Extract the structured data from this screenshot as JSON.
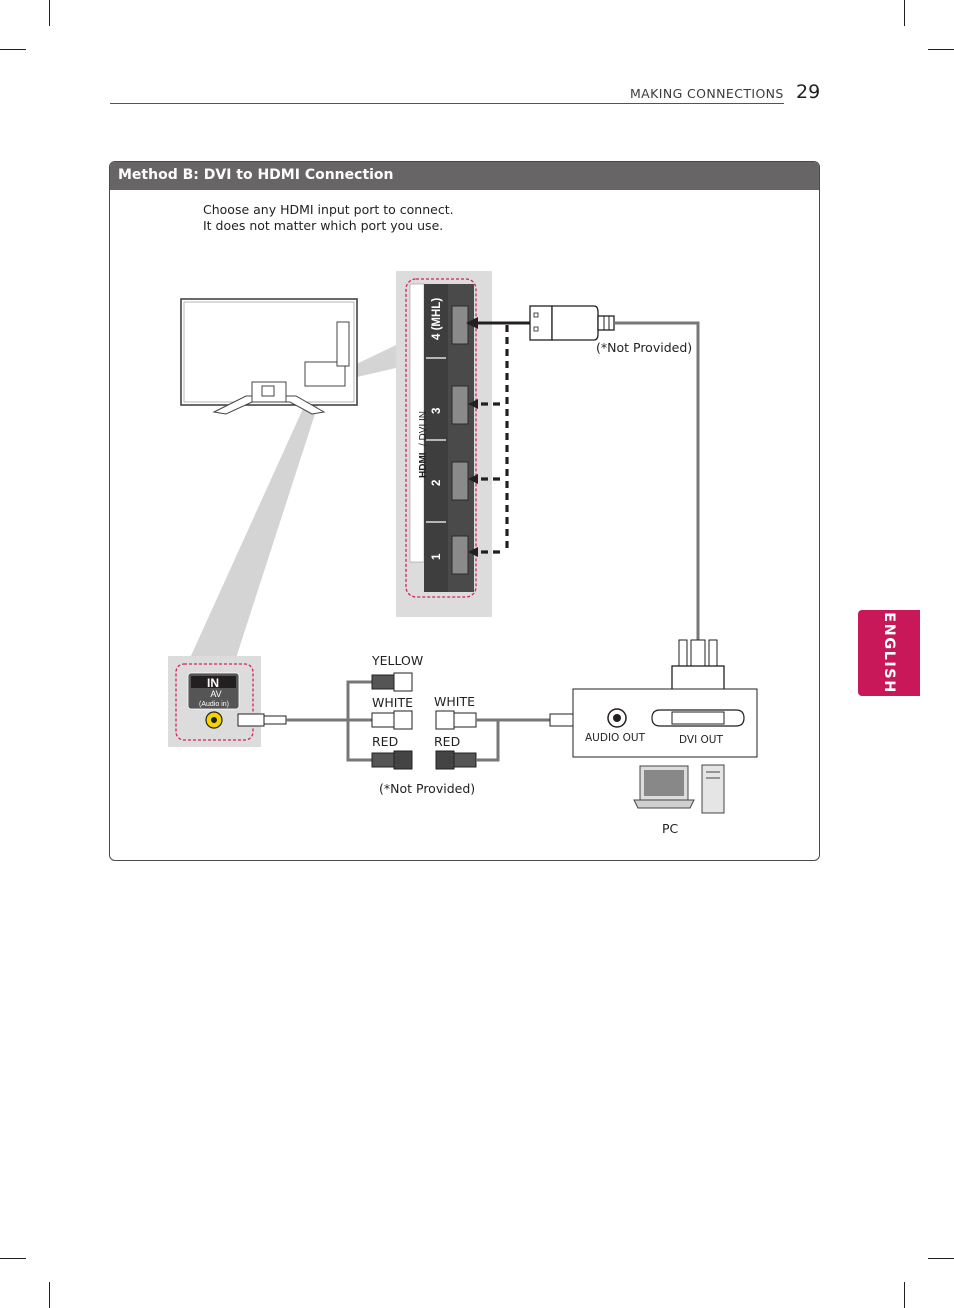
{
  "header": {
    "section_title": "MAKING CONNECTIONS",
    "page_number": "29"
  },
  "side_tab": {
    "label": "ENGLISH"
  },
  "panel": {
    "title": "Method B: DVI to HDMI Connection",
    "note_line1": "Choose any HDMI input port to connect.",
    "note_line2": "It does not matter which port you use."
  },
  "hdmi_panel": {
    "port_1": "1",
    "port_2": "2",
    "port_3": "3",
    "port_4": "4 (MHL)",
    "logo_text": "HDMI",
    "dvi_in": "/ DVI IN"
  },
  "av_panel": {
    "in_label": "IN",
    "av_label": "AV",
    "audio_in_label": "(Audio in)"
  },
  "cables": {
    "yellow": "YELLOW",
    "white_left": "WHITE",
    "white_right": "WHITE",
    "red_left": "RED",
    "red_right": "RED",
    "rca_note": "(*Not Provided)",
    "hdmi_note": "(*Not Provided)"
  },
  "pc": {
    "audio_out": "AUDIO OUT",
    "dvi_out": "DVI OUT",
    "label": "PC"
  }
}
